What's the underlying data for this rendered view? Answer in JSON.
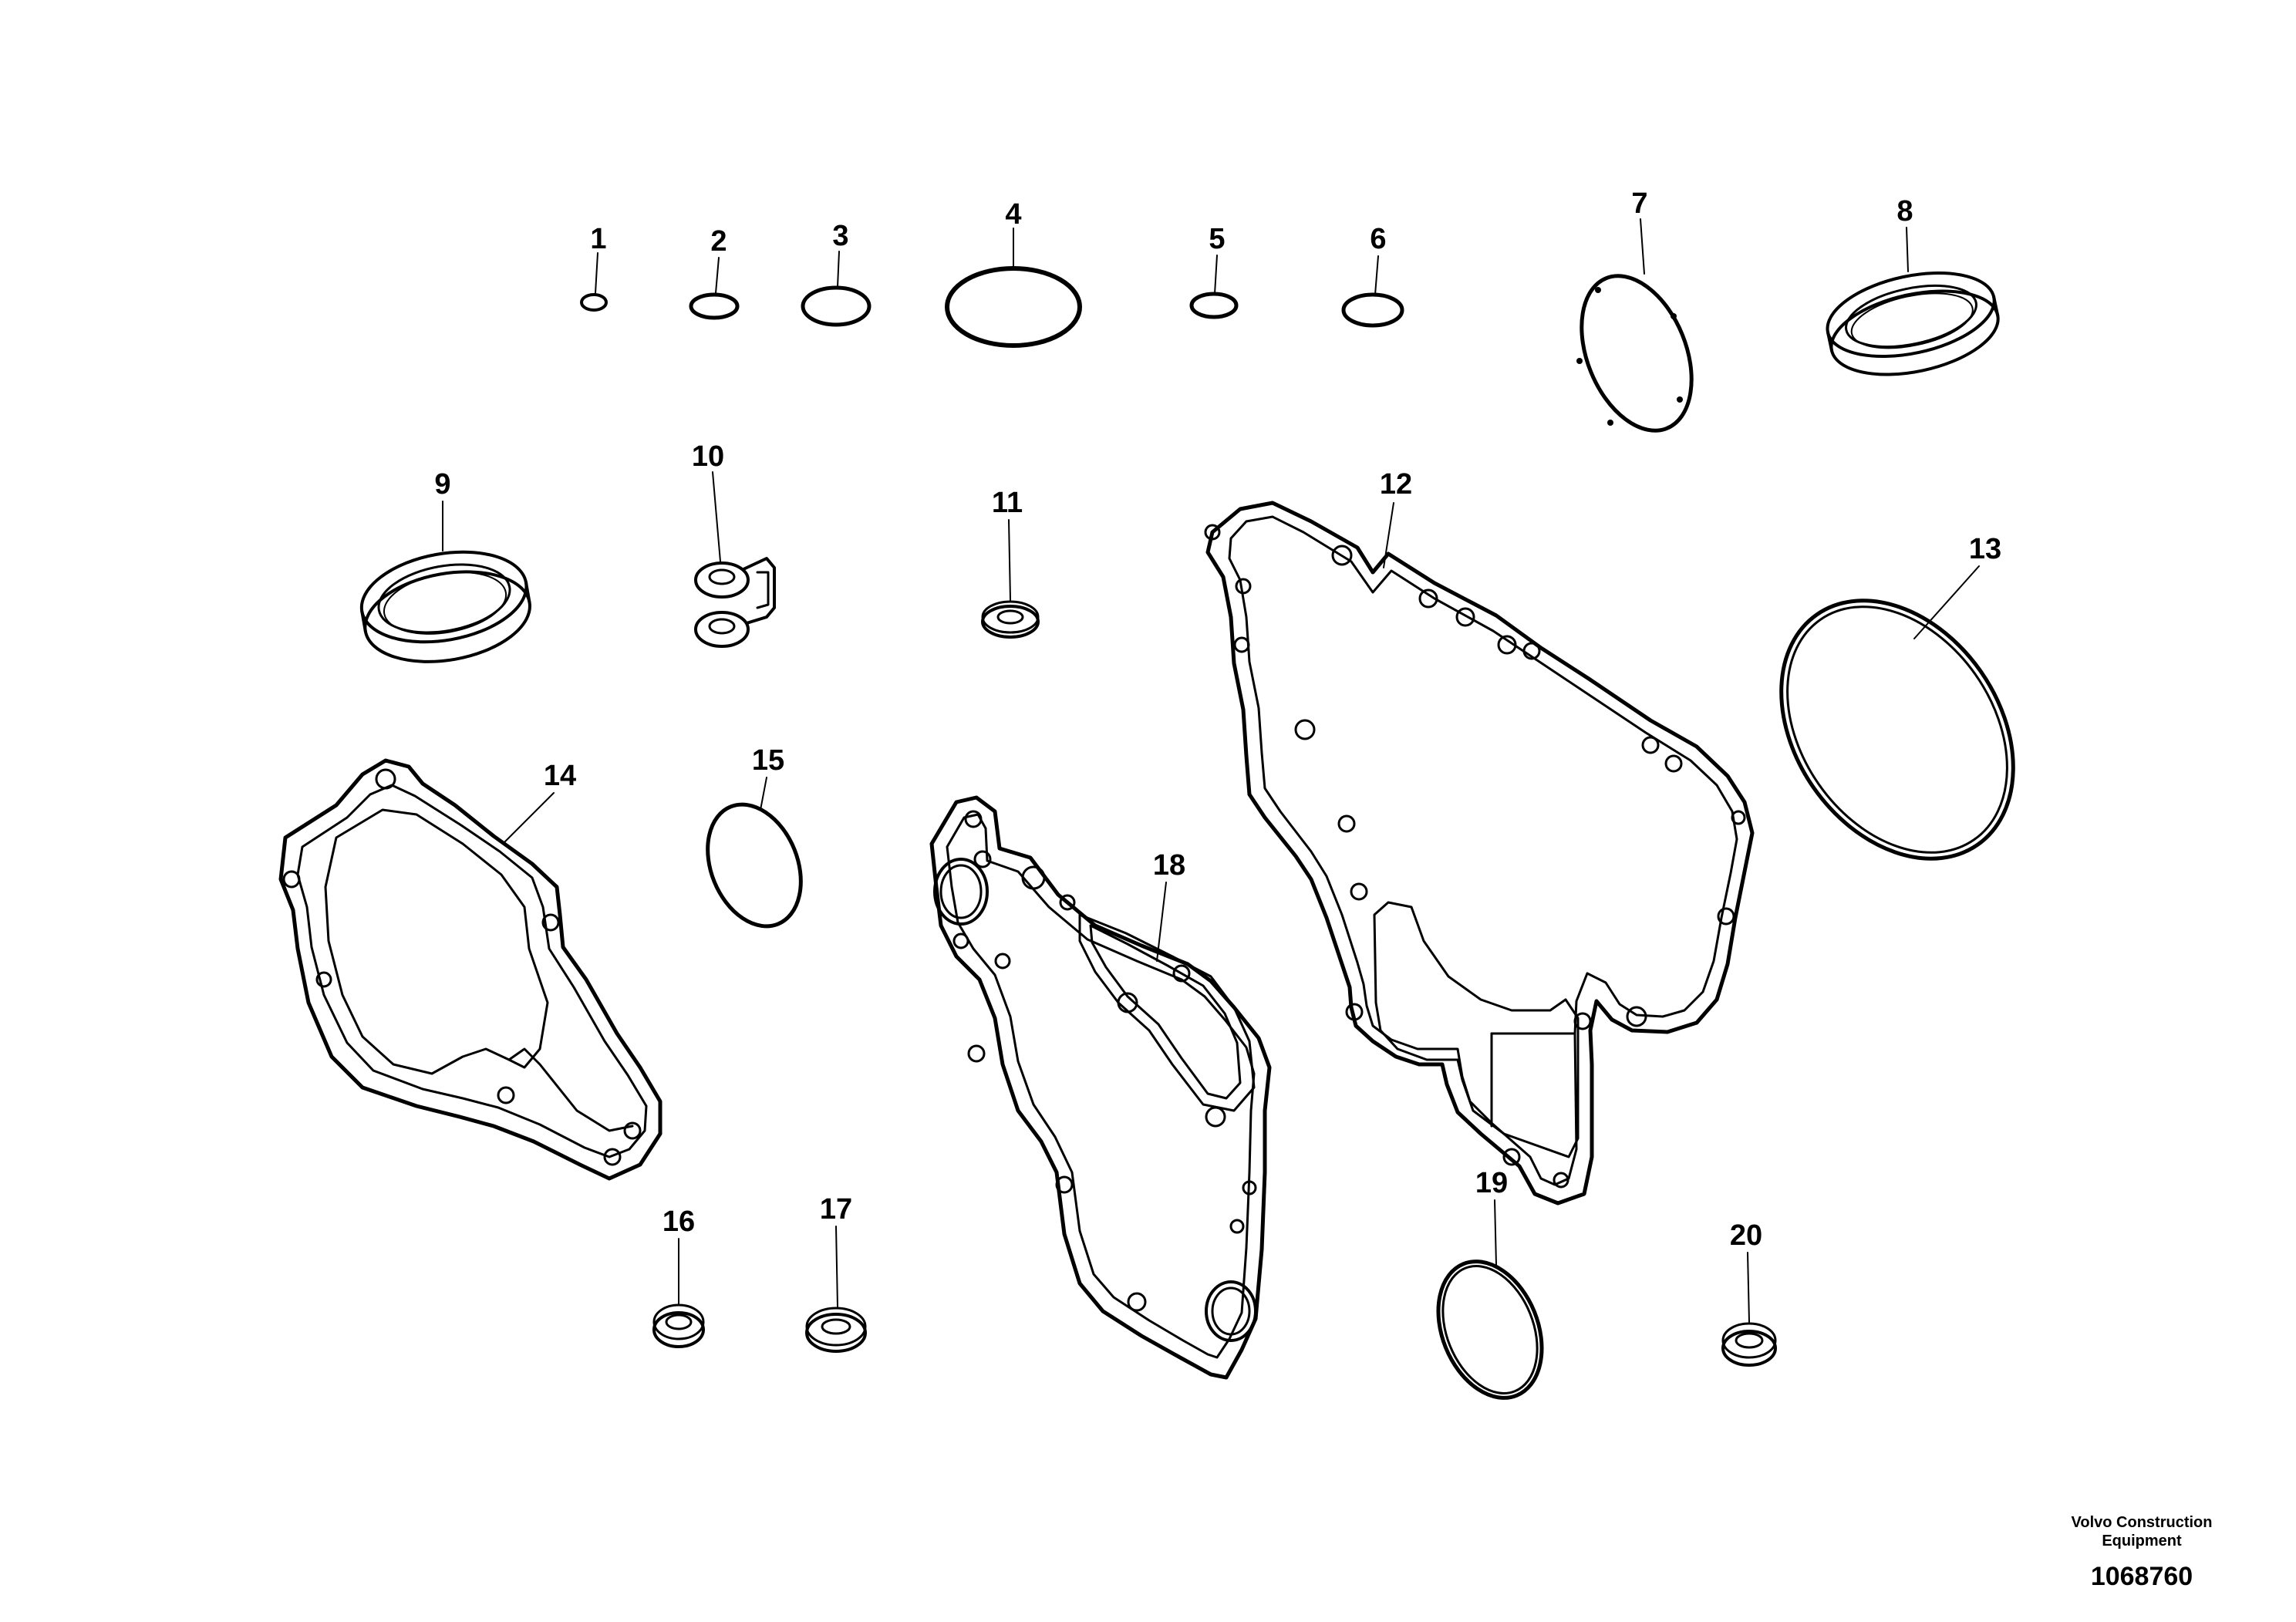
{
  "diagram": {
    "callouts": [
      "1",
      "2",
      "3",
      "4",
      "5",
      "6",
      "7",
      "8",
      "9",
      "10",
      "11",
      "12",
      "13",
      "14",
      "15",
      "16",
      "17",
      "18",
      "19",
      "20"
    ]
  },
  "footer": {
    "company_line1": "Volvo Construction",
    "company_line2": "Equipment",
    "drawing_number": "1068760"
  }
}
